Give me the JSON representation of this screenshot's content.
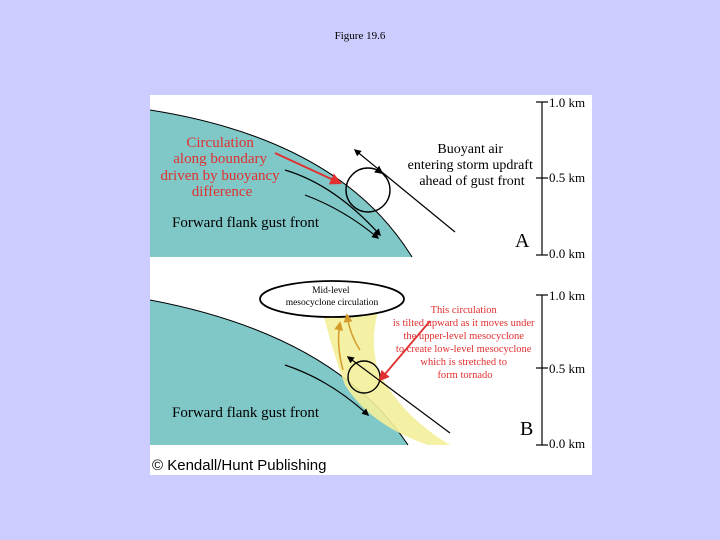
{
  "slide_title": "Figure 19.6",
  "colors": {
    "background": "#ccccff",
    "gust_front": "#80c8c8",
    "red_text": "#e03030",
    "yellow_band": "#f4f09a",
    "orange_arrow": "#d49a2a"
  },
  "scale": {
    "top": "1.0 km",
    "mid": "0.5 km",
    "bottom": "0.0 km"
  },
  "panel_a": {
    "letter": "A",
    "red_label": [
      "Circulation",
      "along boundary",
      "driven by buoyancy",
      "difference"
    ],
    "buoyant_label": [
      "Buoyant air",
      "entering storm updraft",
      "ahead of gust front"
    ],
    "front_label": "Forward flank gust front"
  },
  "panel_b": {
    "letter": "B",
    "ellipse_label": [
      "Mid-level",
      "mesocyclone circulation"
    ],
    "red_label": [
      "This circulation",
      "is tilted upward as it moves under",
      "the upper-level mesocyclone",
      "to create low-level mesocyclone",
      "which is stretched to",
      "form tornado"
    ],
    "front_label": "Forward flank gust front"
  },
  "copyright": "© Kendall/Hunt Publishing"
}
